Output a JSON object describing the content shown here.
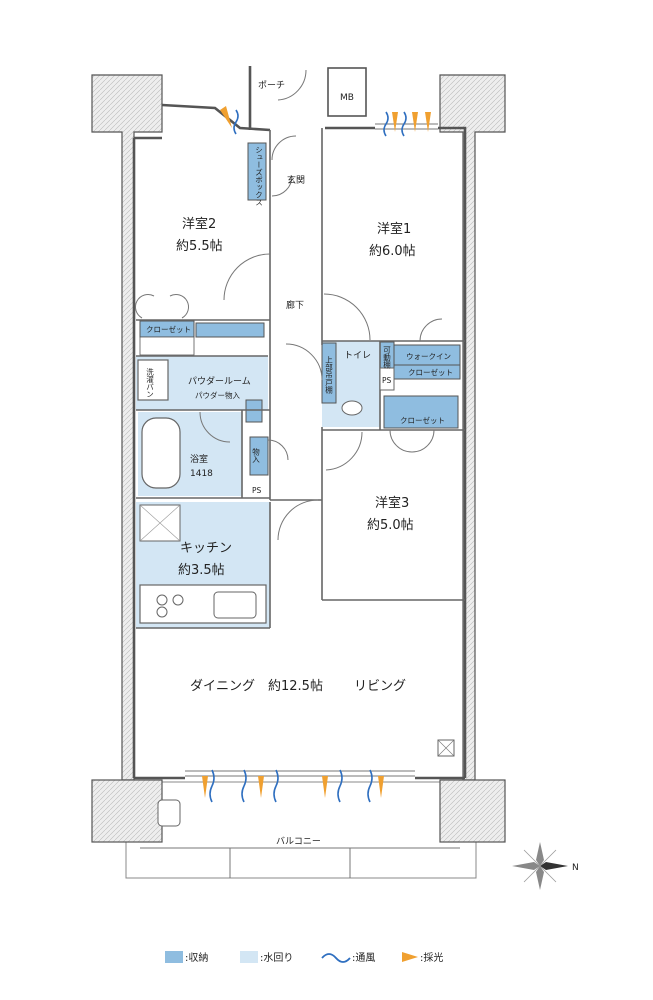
{
  "rooms": {
    "porch": "ポーチ",
    "mb": "MB",
    "shoe_box": "シューズボックス",
    "entrance": "玄関",
    "western2_name": "洋室2",
    "western2_size": "約5.5帖",
    "western1_name": "洋室1",
    "western1_size": "約6.0帖",
    "hallway": "廊下",
    "closet_w2": "クローゼット",
    "laundry": "洗濯パン",
    "powder_room": "パウダールーム",
    "powder_storage": "パウダー物入",
    "toilet": "トイレ",
    "upper_cabinet": "上部吊戸棚",
    "movable_shelf": "可動棚",
    "walk_in": "ウォークイン",
    "walk_in_closet": "クローゼット",
    "ps1": "PS",
    "closet_w3": "クローゼット",
    "bath_name": "浴室",
    "bath_size": "1418",
    "storage": "物入",
    "ps2": "PS",
    "western3_name": "洋室3",
    "western3_size": "約5.0帖",
    "kitchen_name": "キッチン",
    "kitchen_size": "約3.5帖",
    "dining": "ダイニング",
    "ld_size": "約12.5帖",
    "living": "リビング",
    "balcony": "バルコニー",
    "north": "N"
  },
  "legend": {
    "storage": ":収納",
    "water": ":水回り",
    "ventilation": ":通風",
    "daylight": ":採光"
  },
  "colors": {
    "storage": "#8fbde0",
    "water": "#d3e6f4",
    "wall": "#555555",
    "vent": "#2f6fc0",
    "light": "#f0a030"
  }
}
